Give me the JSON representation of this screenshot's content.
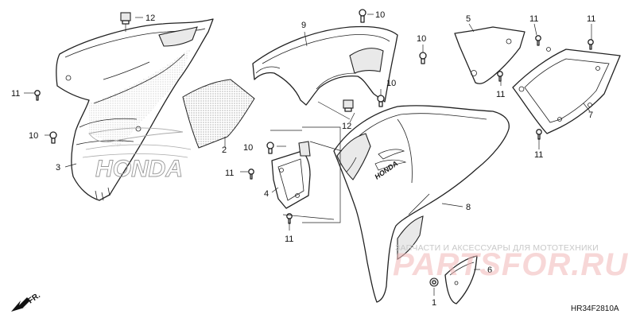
{
  "callouts": [
    {
      "id": "c1",
      "text": "1"
    },
    {
      "id": "c2",
      "text": "2"
    },
    {
      "id": "c3",
      "text": "3"
    },
    {
      "id": "c4",
      "text": "4"
    },
    {
      "id": "c5",
      "text": "5"
    },
    {
      "id": "c6",
      "text": "6"
    },
    {
      "id": "c7",
      "text": "7"
    },
    {
      "id": "c8",
      "text": "8"
    },
    {
      "id": "c9",
      "text": "9"
    },
    {
      "id": "c10a",
      "text": "10"
    },
    {
      "id": "c10b",
      "text": "10"
    },
    {
      "id": "c10c",
      "text": "10"
    },
    {
      "id": "c10d",
      "text": "10"
    },
    {
      "id": "c10e",
      "text": "10"
    },
    {
      "id": "c11a",
      "text": "11"
    },
    {
      "id": "c11b",
      "text": "11"
    },
    {
      "id": "c11c",
      "text": "11"
    },
    {
      "id": "c11d",
      "text": "11"
    },
    {
      "id": "c11e",
      "text": "11"
    },
    {
      "id": "c11f",
      "text": "11"
    },
    {
      "id": "c11g",
      "text": "11"
    },
    {
      "id": "c12a",
      "text": "12"
    },
    {
      "id": "c12b",
      "text": "12"
    }
  ],
  "brand_left": "HONDA",
  "brand_center": "HONDA",
  "direction_label": "FR.",
  "diagram_code": "HR34F2810A",
  "watermark": {
    "tagline": "ЗАПЧАСТИ И АКСЕССУАРЫ ДЛЯ МОТОТЕХНИКИ",
    "site": "PARTSFOR.RU"
  }
}
